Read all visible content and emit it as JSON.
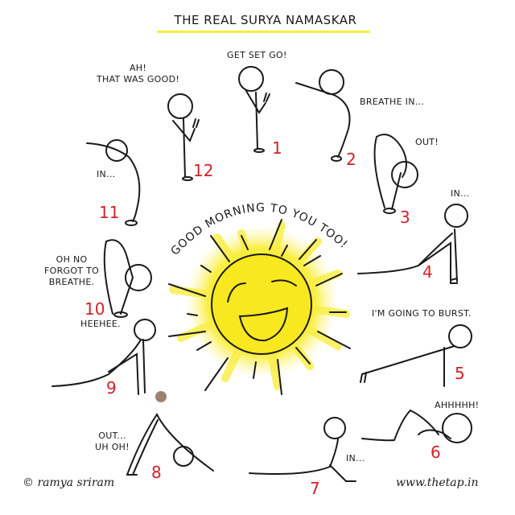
{
  "title": "THE REAL SURYA NAMASKAR",
  "sun_greeting": "GOOD MORNING TO YOU TOO!",
  "colors": {
    "title_underline": "#f5ef3a",
    "sun_fill": "#f7e81f",
    "sun_glow": "#fbf36a",
    "step_numbers": "#d4202a",
    "ink": "#1a1a1a"
  },
  "poses": [
    {
      "step": "1",
      "caption": "GET SET GO!"
    },
    {
      "step": "2",
      "caption": "BREATHE IN..."
    },
    {
      "step": "3",
      "caption": "OUT!"
    },
    {
      "step": "4",
      "caption": "IN..."
    },
    {
      "step": "5",
      "caption": "I'M GOING TO BURST."
    },
    {
      "step": "6",
      "caption": "AHHHHH!"
    },
    {
      "step": "7",
      "caption": "IN..."
    },
    {
      "step": "8",
      "caption": "OUT...\nUH OH!"
    },
    {
      "step": "9",
      "caption": "HEEHEE."
    },
    {
      "step": "10",
      "caption": "OH NO\nFORGOT TO\nBREATHE."
    },
    {
      "step": "11",
      "caption": "IN..."
    },
    {
      "step": "12",
      "caption": "AH!\nTHAT WAS GOOD!"
    }
  ],
  "credits": {
    "author": "© ramya sriram",
    "website": "www.thetap.in"
  }
}
